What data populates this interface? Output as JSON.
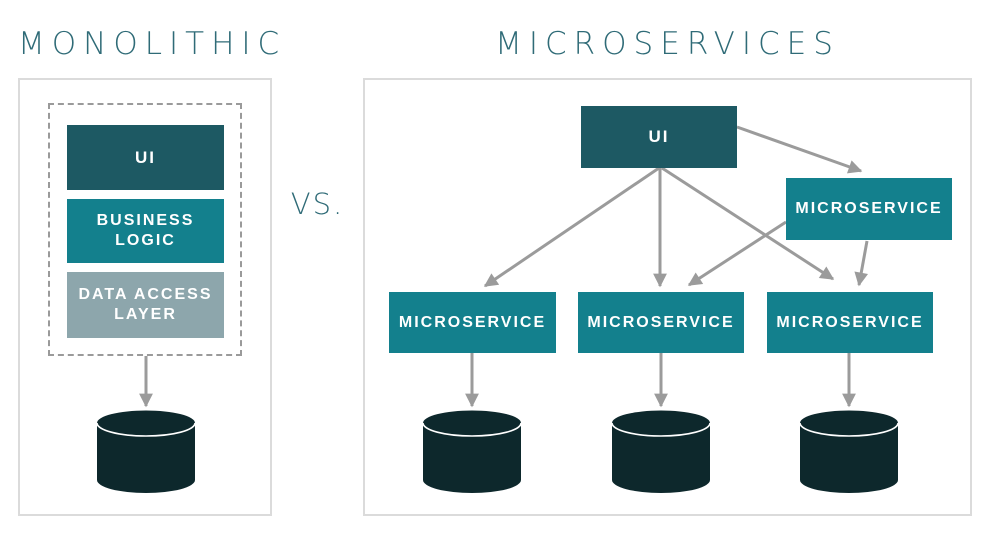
{
  "titles": {
    "monolithic": "MONOLITHIC",
    "microservices": "MICROSERVICES",
    "versus": "VS."
  },
  "monolithic": {
    "layers": [
      {
        "label": "UI",
        "color": "#1d5963"
      },
      {
        "label": "BUSINESS LOGIC",
        "color": "#13808d"
      },
      {
        "label": "DATA ACCESS LAYER",
        "color": "#8da6ac"
      }
    ],
    "database_count": 1
  },
  "microservices": {
    "ui": {
      "label": "UI",
      "color": "#1d5963"
    },
    "gateway": {
      "label": "MICROSERVICE",
      "color": "#13808d"
    },
    "services": [
      {
        "label": "MICROSERVICE",
        "color": "#13808d"
      },
      {
        "label": "MICROSERVICE",
        "color": "#13808d"
      },
      {
        "label": "MICROSERVICE",
        "color": "#13808d"
      }
    ],
    "database_count": 3
  },
  "icons": {
    "database": "database-cylinder-icon"
  },
  "colors": {
    "title_teal": "#2f6b77",
    "dark_teal": "#1d5963",
    "teal": "#13808d",
    "gray_blue": "#8da6ac",
    "database_dark": "#0d282c",
    "arrow_gray": "#9b9b9b",
    "panel_border": "#dbdbdb",
    "dashed_border": "#9a9a9a"
  }
}
